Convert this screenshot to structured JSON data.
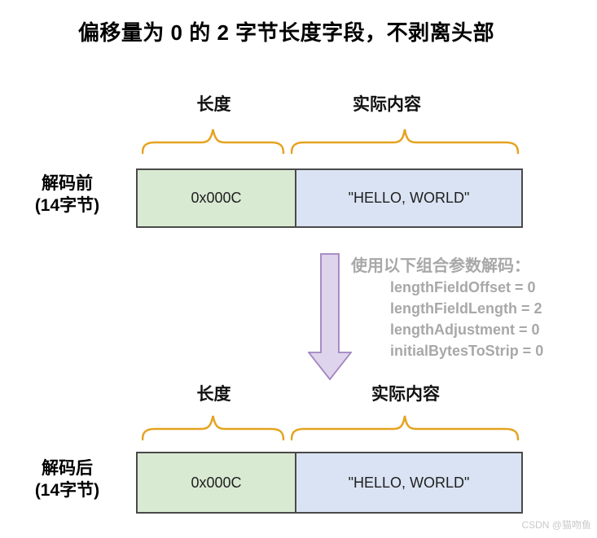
{
  "title": "偏移量为 0 的 2 字节长度字段，不剥离头部",
  "before": {
    "label_line1": "解码前",
    "label_line2": "(14字节)",
    "length_header": "长度",
    "content_header": "实际内容",
    "length_value": "0x000C",
    "content_value": "\"HELLO, WORLD\""
  },
  "decode": {
    "heading": "使用以下组合参数解码：",
    "params": [
      "lengthFieldOffset = 0",
      "lengthFieldLength = 2",
      "lengthAdjustment = 0",
      "initialBytesToStrip = 0"
    ]
  },
  "after": {
    "label_line1": "解码后",
    "label_line2": "(14字节)",
    "length_header": "长度",
    "content_header": "实际内容",
    "length_value": "0x000C",
    "content_value": "\"HELLO, WORLD\""
  },
  "watermark": "CSDN @猫吻鱼",
  "colors": {
    "length_cell_fill": "#d9ead3",
    "content_cell_fill": "#dae3f3",
    "frame_border": "#4a4a4a",
    "brace": "#e5a320",
    "arrow_fill": "#ded4ec",
    "arrow_stroke": "#a183c0",
    "decode_text": "#a8a8a8",
    "watermark_text": "#c9c9c9"
  }
}
